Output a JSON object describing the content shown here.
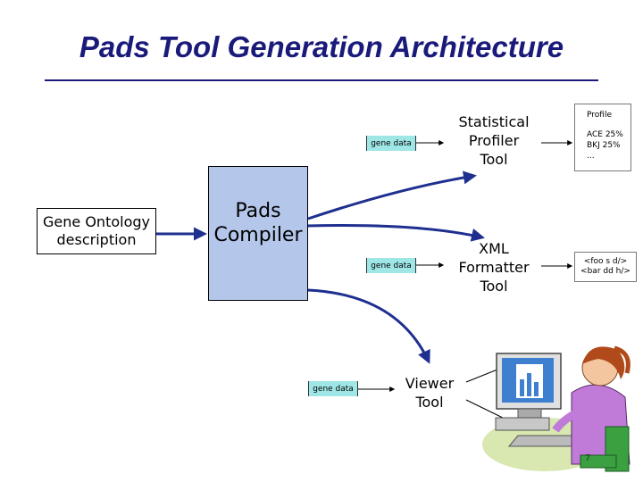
{
  "title": "Pads Tool Generation Architecture",
  "nodes": {
    "gene_ontology": "Gene Ontology\ndescription",
    "pads_compiler": "Pads\nCompiler",
    "gene_data": "gene data",
    "statistical_profiler": "Statistical\nProfiler\nTool",
    "xml_formatter": "XML\nFormatter\nTool",
    "viewer": "Viewer\nTool"
  },
  "outputs": {
    "profile_title": "Profile",
    "profile_lines": [
      "ACE 25%",
      "BKJ 25%",
      "..."
    ],
    "xml_sample": "<foo s d/>\n<bar dd h/>"
  },
  "page_number": "7",
  "colors": {
    "title": "#1a1a7a",
    "arrow": "#1f2f8f",
    "compiler_fill": "#b4c7ea",
    "gene_data_fill": "#9fe6e6"
  }
}
